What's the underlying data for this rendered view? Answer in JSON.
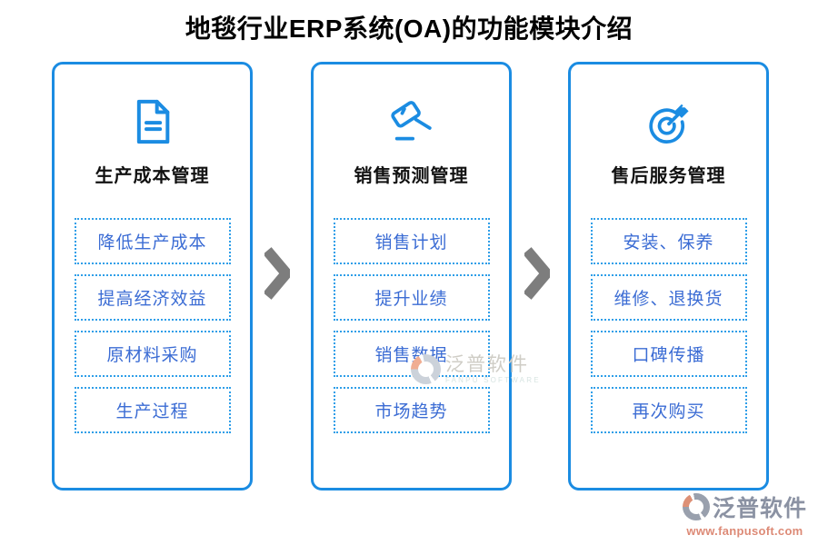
{
  "page": {
    "title": "地毯行业ERP系统(OA)的功能模块介绍"
  },
  "cards": [
    {
      "icon": "document-icon",
      "title": "生产成本管理",
      "items": [
        "降低生产成本",
        "提高经济效益",
        "原材料采购",
        "生产过程"
      ]
    },
    {
      "icon": "gavel-icon",
      "title": "销售预测管理",
      "items": [
        "销售计划",
        "提升业绩",
        "销售数据",
        "市场趋势"
      ]
    },
    {
      "icon": "dart-target-icon",
      "title": "售后服务管理",
      "items": [
        "安装、保养",
        "维修、退换货",
        "口碑传播",
        "再次购买"
      ]
    }
  ],
  "arrows": {
    "icon": "chevron-right-icon",
    "count": 2
  },
  "watermark": {
    "text": "泛普软件",
    "subtext": "FANPU SOFTWARE",
    "icon": "fanpu-logo-icon"
  },
  "footer": {
    "brand": "泛普软件",
    "url": "www.fanpusoft.com",
    "icon": "fanpu-logo-icon"
  },
  "colors": {
    "card_border": "#1b8ce2",
    "item_border": "#2e9ee8",
    "item_text": "#3b6cd4",
    "icon_blue": "#1b8ce2",
    "arrow_gray": "#7d7d7d",
    "brand_gray": "#8b92a3",
    "brand_salmon": "#dd8a76",
    "title_black": "#000000"
  }
}
